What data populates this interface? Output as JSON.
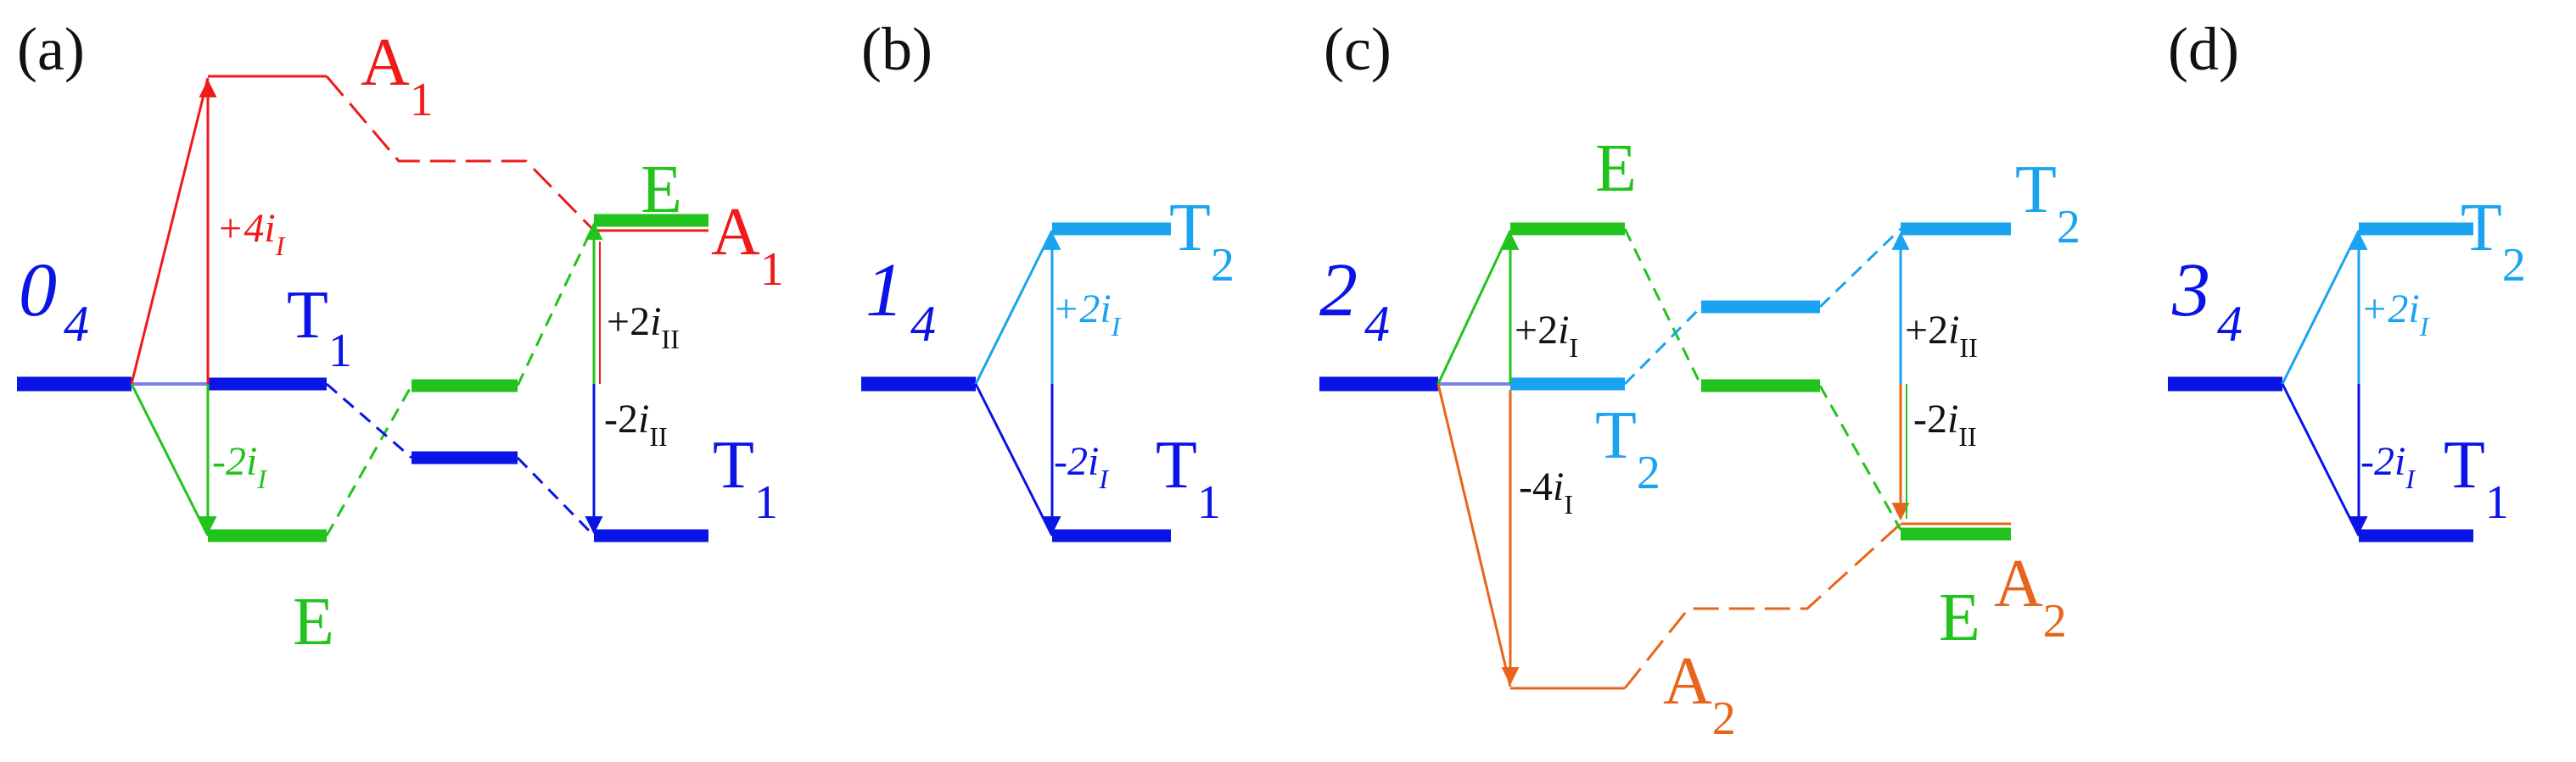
{
  "colors": {
    "blue": "#0a14e6",
    "lightblue": "#1aa3f0",
    "green": "#22c31c",
    "red": "#f01a1a",
    "orange": "#e8641a",
    "black": "#111111"
  },
  "panels": {
    "a": {
      "label": "(a)",
      "ground": "0",
      "ground_sub": "4",
      "e": "E",
      "t1": "T",
      "t1_sub": "1",
      "a1_top": "A",
      "a1_top_sub": "1",
      "e_right": "E",
      "a1_right": "A",
      "a1_right_sub": "1",
      "t1_right": "T",
      "t1_right_sub": "1",
      "up1": "+4",
      "up1_i": "i",
      "up1_sub": "I",
      "down1": "-2",
      "down1_i": "i",
      "down1_sub": "I",
      "up2": "+2",
      "up2_i": "i",
      "up2_sub": "II",
      "down2": "-2",
      "down2_i": "i",
      "down2_sub": "II"
    },
    "b": {
      "label": "(b)",
      "ground": "1",
      "ground_sub": "4",
      "t2": "T",
      "t2_sub": "2",
      "t1": "T",
      "t1_sub": "1",
      "up": "+2",
      "up_i": "i",
      "up_sub": "I",
      "down": "-2",
      "down_i": "i",
      "down_sub": "I"
    },
    "c": {
      "label": "(c)",
      "ground": "2",
      "ground_sub": "4",
      "e": "E",
      "t2_mid": "T",
      "t2_mid_sub": "2",
      "a2_bottom": "A",
      "a2_bottom_sub": "2",
      "t2_right": "T",
      "t2_right_sub": "2",
      "e_right": "E",
      "a2_right": "A",
      "a2_right_sub": "2",
      "up1": "+2",
      "up1_i": "i",
      "up1_sub": "I",
      "down1": "-4",
      "down1_i": "i",
      "down1_sub": "I",
      "up2": "+2",
      "up2_i": "i",
      "up2_sub": "II",
      "down2": "-2",
      "down2_i": "i",
      "down2_sub": "II"
    },
    "d": {
      "label": "(d)",
      "ground": "3",
      "ground_sub": "4",
      "t2": "T",
      "t2_sub": "2",
      "t1": "T",
      "t1_sub": "1",
      "up": "+2",
      "up_i": "i",
      "up_sub": "I",
      "down": "-2",
      "down_i": "i",
      "down_sub": "I"
    }
  }
}
